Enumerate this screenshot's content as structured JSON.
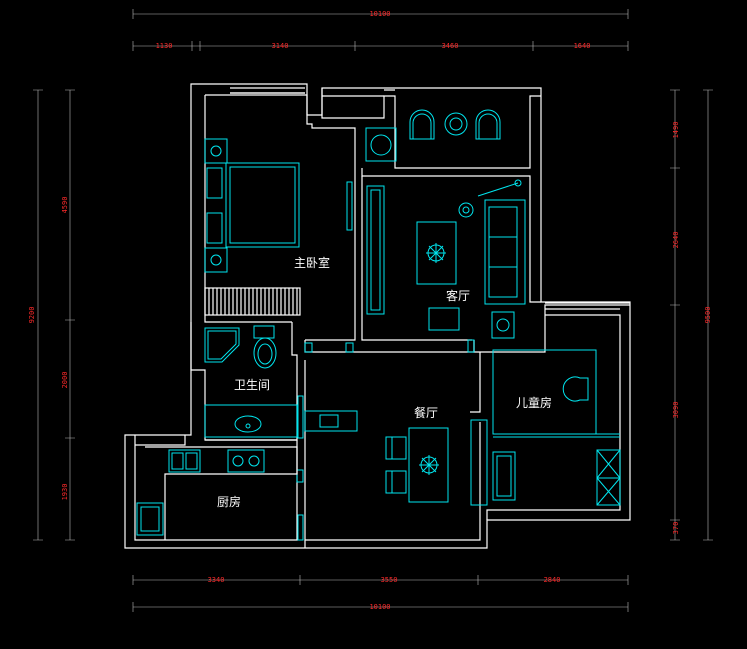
{
  "dimensions": {
    "top_total": "10100",
    "top_segments": [
      "1130",
      "3140",
      "3460",
      "1640"
    ],
    "bottom_segments": [
      "3340",
      "3550",
      "2840"
    ],
    "bottom_total": "10100",
    "left_outer": "9200",
    "left_segments": [
      "4590",
      "2000",
      "1930"
    ],
    "right_segments": [
      "1490",
      "2640",
      "3090",
      "370"
    ],
    "right_outer": "9500"
  },
  "rooms": {
    "master_bedroom": "主卧室",
    "living_room": "客厅",
    "bathroom": "卫生间",
    "dining_room": "餐厅",
    "kids_room": "儿童房",
    "kitchen": "厨房"
  },
  "colors": {
    "background": "#000000",
    "walls": "#ffffff",
    "furniture": "#00e5ee",
    "dimension_text": "#ff2a2a",
    "dimension_lines": "#b8b8b8"
  }
}
